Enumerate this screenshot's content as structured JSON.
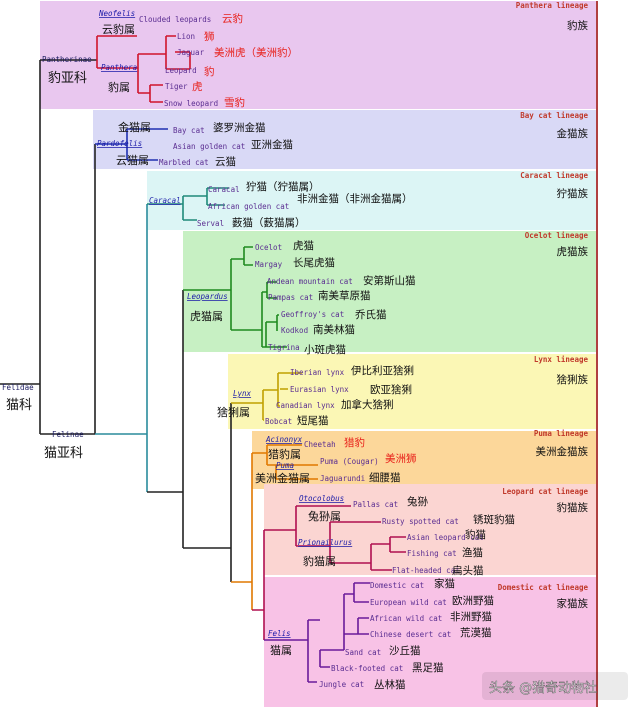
{
  "colors": {
    "lineage_label": "#c0392b",
    "latin_label": "#1a1aa8",
    "english_label": "#5a2d91",
    "cn_red": "#e8201a",
    "cn_black": "#111111"
  },
  "root": {
    "latin": "Felidae",
    "cn": "猫科"
  },
  "subfamilies": [
    {
      "latin": "Pantherinae",
      "cn": "豹亚科"
    },
    {
      "latin": "Felinae",
      "cn": "猫亚科"
    }
  ],
  "lineages": [
    {
      "en": "Panthera lineage",
      "cn": "豹族",
      "color": "#e9c7ef"
    },
    {
      "en": "Bay cat lineage",
      "cn": "金猫族",
      "color": "#d9d9f6"
    },
    {
      "en": "Caracal lineage",
      "cn": "狞猫族",
      "color": "#dcf5f5"
    },
    {
      "en": "Ocelot lineage",
      "cn": "虎猫族",
      "color": "#c7f0c3"
    },
    {
      "en": "Lynx lineage",
      "cn": "猞猁族",
      "color": "#fbf7b5"
    },
    {
      "en": "Puma lineage",
      "cn": "美洲金猫族",
      "color": "#fcd79a"
    },
    {
      "en": "Leopard cat lineage",
      "cn": "豹猫族",
      "color": "#fbd5d2"
    },
    {
      "en": "Domestic cat lineage",
      "cn": "家猫族",
      "color": "#f8c2e6"
    }
  ],
  "genera": [
    {
      "latin": "Neofelis",
      "cn": "云豹属"
    },
    {
      "latin": "Panthera",
      "cn": "豹属"
    },
    {
      "latin": "",
      "cn": "金猫属"
    },
    {
      "latin": "Pardofelis",
      "cn": "云猫属"
    },
    {
      "latin": "Caracal",
      "cn": ""
    },
    {
      "latin": "Leopardus",
      "cn": "虎猫属"
    },
    {
      "latin": "Lynx",
      "cn": "猞猁属"
    },
    {
      "latin": "Acinonyx",
      "cn": "猎豹属"
    },
    {
      "latin": "Puma",
      "cn": "美洲金猫属"
    },
    {
      "latin": "Otocolobus",
      "cn": "兔狲属"
    },
    {
      "latin": "Prionailurus",
      "cn": "豹猫属"
    },
    {
      "latin": "Felis",
      "cn": "猫属"
    }
  ],
  "species": [
    {
      "en": "Clouded leopards",
      "cn": "云豹"
    },
    {
      "en": "Lion",
      "cn": "狮"
    },
    {
      "en": "Jaguar",
      "cn": "美洲虎（美洲豹）"
    },
    {
      "en": "Leopard",
      "cn": "豹"
    },
    {
      "en": "Tiger",
      "cn": "虎"
    },
    {
      "en": "Snow leopard",
      "cn": "雪豹"
    },
    {
      "en": "Bay cat",
      "cn": "婆罗洲金猫"
    },
    {
      "en": "Asian golden cat",
      "cn": "亚洲金猫"
    },
    {
      "en": "Marbled cat",
      "cn": "云猫"
    },
    {
      "en": "Caracal",
      "cn": "狞猫（狞猫属）"
    },
    {
      "en": "African golden cat",
      "cn": "非洲金猫（非洲金猫属）"
    },
    {
      "en": "Serval",
      "cn": "薮猫（薮猫属）"
    },
    {
      "en": "Ocelot",
      "cn": "虎猫"
    },
    {
      "en": "Margay",
      "cn": "长尾虎猫"
    },
    {
      "en": "Andean mountain cat",
      "cn": "安第斯山猫"
    },
    {
      "en": "Pampas cat",
      "cn": "南美草原猫"
    },
    {
      "en": "Geoffroy's cat",
      "cn": "乔氏猫"
    },
    {
      "en": "Kodkod",
      "cn": "南美林猫"
    },
    {
      "en": "Tigrina",
      "cn": "小斑虎猫"
    },
    {
      "en": "Iberian lynx",
      "cn": "伊比利亚猞猁"
    },
    {
      "en": "Eurasian lynx",
      "cn": "欧亚猞猁"
    },
    {
      "en": "Canadian lynx",
      "cn": "加拿大猞猁"
    },
    {
      "en": "Bobcat",
      "cn": "短尾猫"
    },
    {
      "en": "Cheetah",
      "cn": "猎豹"
    },
    {
      "en": "Puma (Cougar)",
      "cn": "美洲狮"
    },
    {
      "en": "Jaguarundi",
      "cn": "细腰猫"
    },
    {
      "en": "Pallas cat",
      "cn": "兔狲"
    },
    {
      "en": "Rusty spotted cat",
      "cn": "锈斑豹猫"
    },
    {
      "en": "Asian leopard cat",
      "cn": "豹猫"
    },
    {
      "en": "Fishing cat",
      "cn": "渔猫"
    },
    {
      "en": "Flat-headed cat",
      "cn": "扁头猫"
    },
    {
      "en": "Domestic cat",
      "cn": "家猫"
    },
    {
      "en": "European wild cat",
      "cn": "欧洲野猫"
    },
    {
      "en": "African wild cat",
      "cn": "非洲野猫"
    },
    {
      "en": "Chinese desert cat",
      "cn": "荒漠猫"
    },
    {
      "en": "Sand cat",
      "cn": "沙丘猫"
    },
    {
      "en": "Black-footed cat",
      "cn": "黑足猫"
    },
    {
      "en": "Jungle cat",
      "cn": "丛林猫"
    }
  ],
  "watermark": "头条 @猎奇动物社"
}
